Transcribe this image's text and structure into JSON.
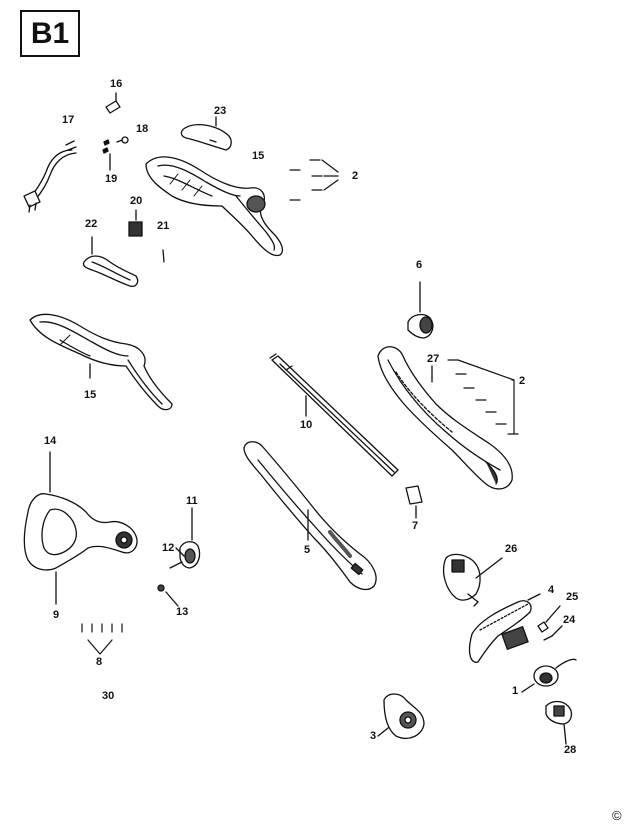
{
  "diagram": {
    "section_code": "B1",
    "copyright_symbol": "©",
    "callouts": {
      "c1": "1",
      "c2a": "2",
      "c2b": "2",
      "c3": "3",
      "c4": "4",
      "c5": "5",
      "c6": "6",
      "c7": "7",
      "c8": "8",
      "c9": "9",
      "c10": "10",
      "c11": "11",
      "c12": "12",
      "c13": "13",
      "c14": "14",
      "c15a": "15",
      "c15b": "15",
      "c16": "16",
      "c17": "17",
      "c18": "18",
      "c19": "19",
      "c20": "20",
      "c21": "21",
      "c22": "22",
      "c23": "23",
      "c24": "24",
      "c25": "25",
      "c26": "26",
      "c27": "27",
      "c28": "28",
      "c30": "30"
    }
  }
}
